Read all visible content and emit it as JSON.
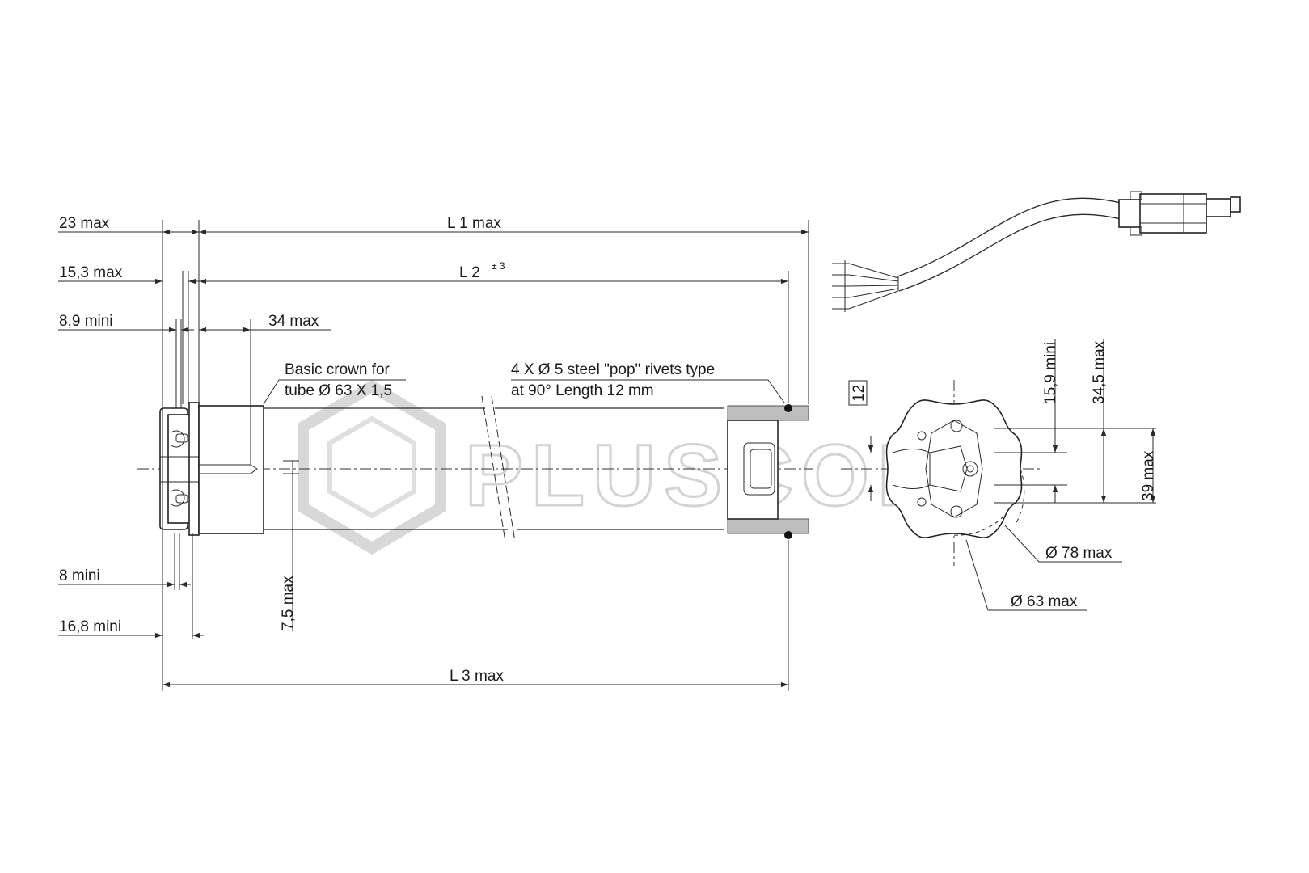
{
  "dimensions": {
    "d23": "23 max",
    "d15": "15,3 max",
    "d89": "8,9 mini",
    "d34": "34 max",
    "d8": "8 mini",
    "d168": "16,8 mini",
    "d75": "7,5 max",
    "l1": "L 1 max",
    "l2": "L 2",
    "l2_tol": "± 3",
    "l3": "L 3 max",
    "d159": "15,9 mini",
    "d345": "34,5 max",
    "d39": "39 max",
    "d12": "12",
    "dia78": "Ø 78 max",
    "dia63": "Ø 63 max"
  },
  "notes": {
    "crown_line1": "Basic crown for",
    "crown_line2": "tube Ø 63 X 1,5",
    "rivets_line1": "4 X Ø 5 steel \"pop\" rivets type",
    "rivets_line2": "at 90° Length 12 mm"
  },
  "watermark": {
    "text": "PLUSCOM",
    "color": "#cfcfcf"
  },
  "colors": {
    "line": "#2a2a2a",
    "hatch": "#bdbdbd",
    "background": "#ffffff"
  }
}
